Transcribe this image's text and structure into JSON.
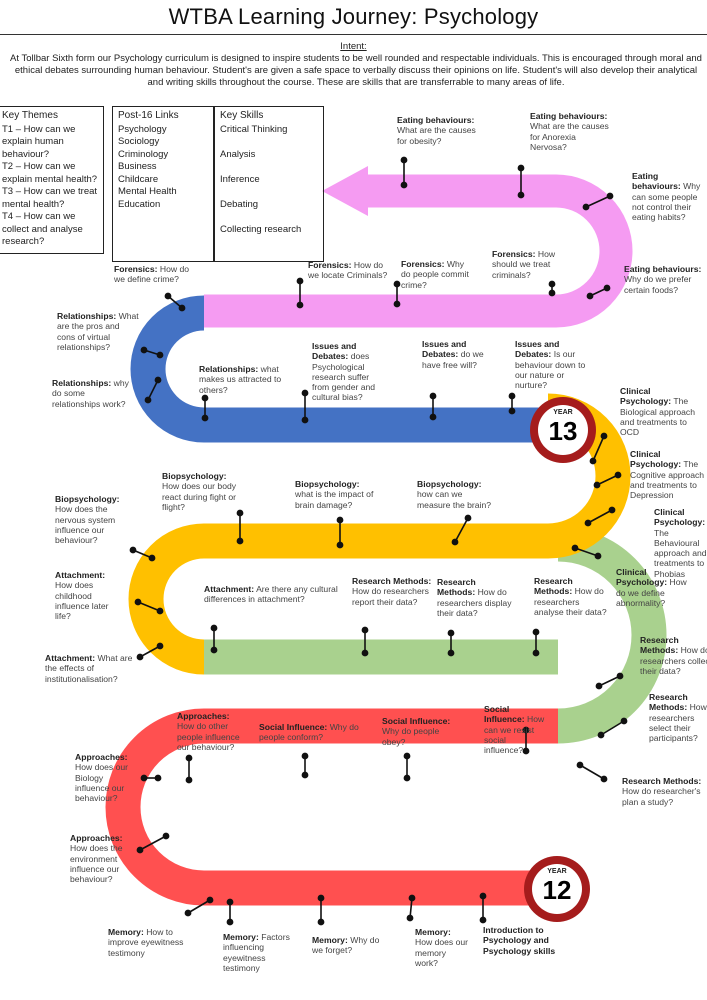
{
  "title": "WTBA Learning Journey: Psychology",
  "intent": {
    "heading": "Intent:",
    "text": "At Tollbar Sixth form our Psychology curriculum is designed to inspire students to be well rounded and respectable individuals. This is encouraged through moral and ethical debates surrounding human behaviour. Student's are given a safe space to verbally discuss their opinions on life. Student's will also develop their analytical and writing skills throughout the course. These are skills that are transferrable to many areas of life."
  },
  "key_themes": {
    "heading": "Key Themes",
    "items": [
      "T1 – How can we explain human behaviour?",
      "T2 – How can we explain mental health?",
      "T3 – How can we treat mental health?",
      "T4 – How can we collect and analyse research?"
    ]
  },
  "post16": {
    "heading": "Post-16 Links",
    "items": [
      "Psychology",
      "Sociology",
      "Criminology",
      "Business",
      "Childcare",
      "Mental Health",
      "Education"
    ]
  },
  "skills": {
    "heading": "Key Skills",
    "items": [
      "Critical Thinking",
      "Analysis",
      "Inference",
      "Debating",
      "Collecting research"
    ]
  },
  "badges": {
    "year13_label": "YEAR",
    "year13_num": "13",
    "year12_label": "YEAR",
    "year12_num": "12"
  },
  "colors": {
    "pink": "#f59bf2",
    "blue": "#4472c4",
    "yellow": "#ffc000",
    "green": "#a9d18e",
    "red": "#ff5050",
    "badge": "#a51c1c"
  },
  "milestones": {
    "intro": {
      "topic": "Introduction to Psychology and Psychology skills",
      "question": ""
    },
    "mem1": {
      "topic": "Memory:",
      "question": "How does our memory work?"
    },
    "mem2": {
      "topic": "Memory:",
      "question": "Why do we forget?"
    },
    "mem3": {
      "topic": "Memory:",
      "question": "Factors influencing eyewitness testimony"
    },
    "mem4": {
      "topic": "Memory:",
      "question": "How to improve eyewitness testimony"
    },
    "app1": {
      "topic": "Approaches:",
      "question": "How does the environment influence our behaviour?"
    },
    "app2": {
      "topic": "Approaches:",
      "question": "How does our Biology influence our behaviour?"
    },
    "app3": {
      "topic": "Approaches:",
      "question": "How do other people influence our behaviour?"
    },
    "soc1": {
      "topic": "Social Influence:",
      "question": "Why do people conform?"
    },
    "soc2": {
      "topic": "Social Influence:",
      "question": "Why do people obey?"
    },
    "soc3": {
      "topic": "Social Influence:",
      "question": "How can we resist social influence?"
    },
    "rm1": {
      "topic": "Research Methods:",
      "question": "How do researcher's plan a study?"
    },
    "rm2": {
      "topic": "Research Methods:",
      "question": "How do researchers select their participants?"
    },
    "rm3": {
      "topic": "Research Methods:",
      "question": "How do researchers collect their data?"
    },
    "rm4": {
      "topic": "Research Methods:",
      "question": "How do researchers analyse their data?"
    },
    "rm5": {
      "topic": "Research Methods:",
      "question": "How do researchers display their data?"
    },
    "rm6": {
      "topic": "Research Methods:",
      "question": "How do researchers report their data?"
    },
    "att1": {
      "topic": "Attachment:",
      "question": "Are there any cultural differences in attachment?"
    },
    "att2": {
      "topic": "Attachment:",
      "question": "How does childhood influence later life?"
    },
    "att3": {
      "topic": "Attachment:",
      "question": "What are the effects of institutionalisation?"
    },
    "bio1": {
      "topic": "Biopsychology:",
      "question": "How does the nervous system influence our behaviour?"
    },
    "bio2": {
      "topic": "Biopsychology:",
      "question": "How does our body react during fight or flight?"
    },
    "bio3": {
      "topic": "Biopsychology:",
      "question": "what is the impact of brain damage?"
    },
    "bio4": {
      "topic": "Biopsychology:",
      "question": "how can we measure the brain?"
    },
    "clin1": {
      "topic": "Clinical Psychology:",
      "question": "How do we define abnormality?"
    },
    "clin2": {
      "topic": "Clinical Psychology:",
      "question": "The Behavioural approach and treatments to Phobias"
    },
    "clin3": {
      "topic": "Clinical Psychology:",
      "question": "The Cognitive approach and treatments to Depression"
    },
    "clin4": {
      "topic": "Clinical Psychology:",
      "question": "The Biological approach and treatments to OCD"
    },
    "iss1": {
      "topic": "Issues and Debates:",
      "question": "Is our behaviour down to our nature or nurture?"
    },
    "iss2": {
      "topic": "Issues and Debates:",
      "question": "do we have free will?"
    },
    "iss3": {
      "topic": "Issues and Debates:",
      "question": "does Psychological research suffer from gender and cultural bias?"
    },
    "rel1": {
      "topic": "Relationships:",
      "question": "what makes us attracted to others?"
    },
    "rel2": {
      "topic": "Relationships:",
      "question": "why do some relationships work?"
    },
    "rel3": {
      "topic": "Relationships:",
      "question": "What are the pros and cons of virtual relationships?"
    },
    "for1": {
      "topic": "Forensics:",
      "question": "How do we define crime?"
    },
    "for2": {
      "topic": "Forensics:",
      "question": "How do we locate Criminals?"
    },
    "for3": {
      "topic": "Forensics:",
      "question": "Why do people commit crime?"
    },
    "for4": {
      "topic": "Forensics:",
      "question": "How should we treat criminals?"
    },
    "eat1": {
      "topic": "Eating behaviours:",
      "question": "Why do we prefer certain foods?"
    },
    "eat2": {
      "topic": "Eating behaviours:",
      "question": "Why can some people not control their eating habits?"
    },
    "eat3": {
      "topic": "Eating behaviours:",
      "question": "What are the causes for Anorexia Nervosa?"
    },
    "eat4": {
      "topic": "Eating behaviours:",
      "question": "What are the causes for obesity?"
    }
  }
}
